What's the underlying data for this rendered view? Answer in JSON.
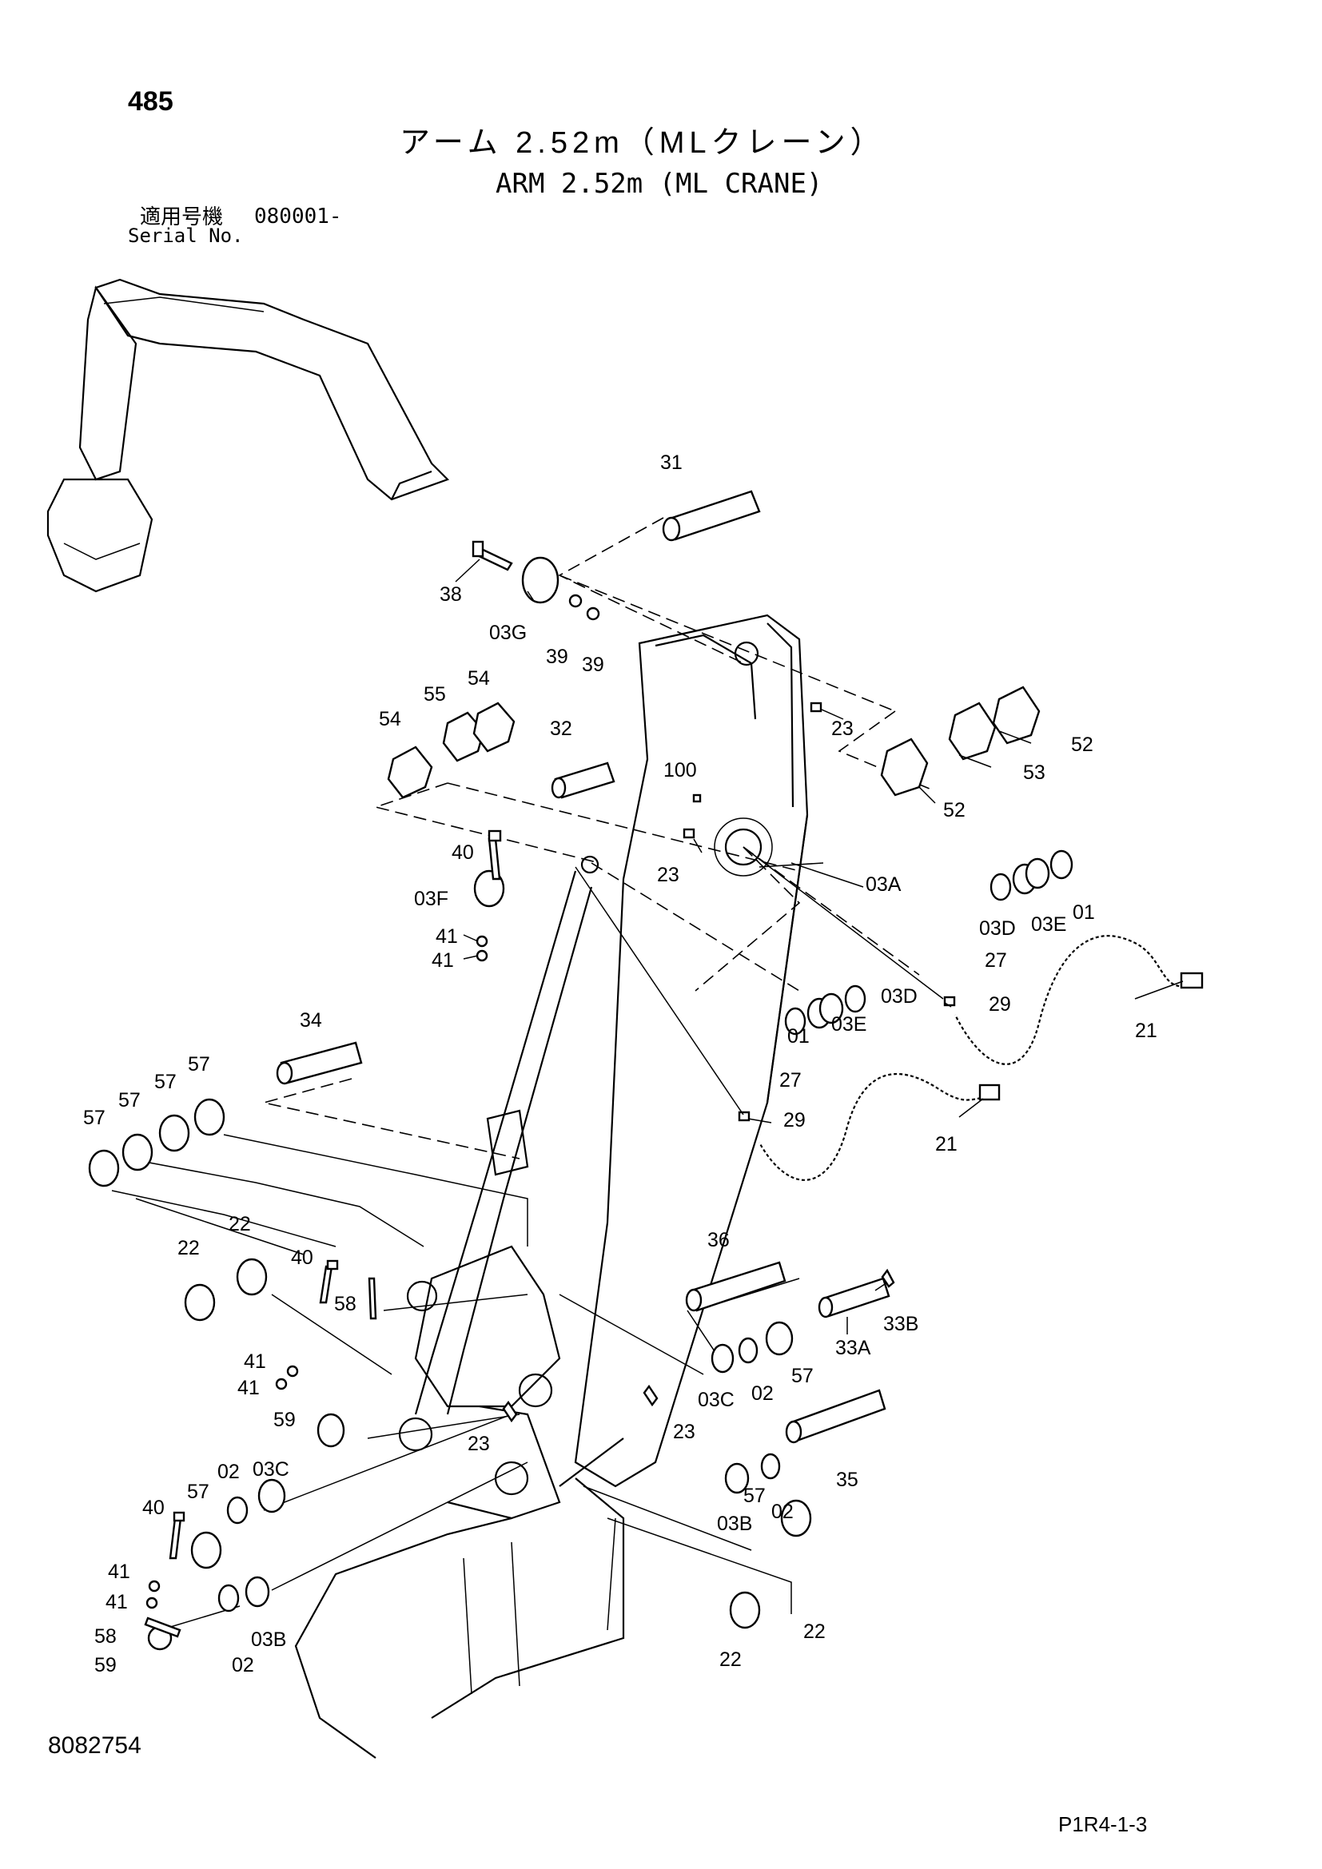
{
  "header": {
    "page_number": "485",
    "title_jp": "アーム 2.52m（MLクレーン）",
    "title_en": "ARM 2.52m (ML CRANE)",
    "serial_label_jp": "適用号機",
    "serial_value": "080001-",
    "serial_label_en": "Serial No."
  },
  "footer": {
    "doc_number": "8082754",
    "page_code": "P1R4-1-3"
  },
  "callouts": [
    {
      "id": "31",
      "label": "31"
    },
    {
      "id": "38",
      "label": "38"
    },
    {
      "id": "03G",
      "label": "03G"
    },
    {
      "id": "39a",
      "label": "39"
    },
    {
      "id": "39b",
      "label": "39"
    },
    {
      "id": "54a",
      "label": "54"
    },
    {
      "id": "55",
      "label": "55"
    },
    {
      "id": "54b",
      "label": "54"
    },
    {
      "id": "32",
      "label": "32"
    },
    {
      "id": "100",
      "label": "100"
    },
    {
      "id": "23a",
      "label": "23"
    },
    {
      "id": "52a",
      "label": "52"
    },
    {
      "id": "53",
      "label": "53"
    },
    {
      "id": "52b",
      "label": "52"
    },
    {
      "id": "40a",
      "label": "40"
    },
    {
      "id": "03F",
      "label": "03F"
    },
    {
      "id": "23b",
      "label": "23"
    },
    {
      "id": "03A",
      "label": "03A"
    },
    {
      "id": "41a",
      "label": "41"
    },
    {
      "id": "41b",
      "label": "41"
    },
    {
      "id": "03Da",
      "label": "03D"
    },
    {
      "id": "03Ea",
      "label": "03E"
    },
    {
      "id": "01a",
      "label": "01"
    },
    {
      "id": "27a",
      "label": "27"
    },
    {
      "id": "29a",
      "label": "29"
    },
    {
      "id": "03Db",
      "label": "03D"
    },
    {
      "id": "03Eb",
      "label": "03E"
    },
    {
      "id": "01b",
      "label": "01"
    },
    {
      "id": "21a",
      "label": "21"
    },
    {
      "id": "34",
      "label": "34"
    },
    {
      "id": "57a",
      "label": "57"
    },
    {
      "id": "57b",
      "label": "57"
    },
    {
      "id": "57c",
      "label": "57"
    },
    {
      "id": "57d",
      "label": "57"
    },
    {
      "id": "27b",
      "label": "27"
    },
    {
      "id": "29b",
      "label": "29"
    },
    {
      "id": "21b",
      "label": "21"
    },
    {
      "id": "22a",
      "label": "22"
    },
    {
      "id": "22b",
      "label": "22"
    },
    {
      "id": "40b",
      "label": "40"
    },
    {
      "id": "58a",
      "label": "58"
    },
    {
      "id": "36",
      "label": "36"
    },
    {
      "id": "33B",
      "label": "33B"
    },
    {
      "id": "33A",
      "label": "33A"
    },
    {
      "id": "41c",
      "label": "41"
    },
    {
      "id": "41d",
      "label": "41"
    },
    {
      "id": "03Ca",
      "label": "03C"
    },
    {
      "id": "02a",
      "label": "02"
    },
    {
      "id": "57e",
      "label": "57"
    },
    {
      "id": "59a",
      "label": "59"
    },
    {
      "id": "23c",
      "label": "23"
    },
    {
      "id": "23d",
      "label": "23"
    },
    {
      "id": "35",
      "label": "35"
    },
    {
      "id": "57f",
      "label": "57"
    },
    {
      "id": "02b",
      "label": "02"
    },
    {
      "id": "03Cb",
      "label": "03C"
    },
    {
      "id": "40c",
      "label": "40"
    },
    {
      "id": "57g",
      "label": "57"
    },
    {
      "id": "03Ba",
      "label": "03B"
    },
    {
      "id": "02c",
      "label": "02"
    },
    {
      "id": "41e",
      "label": "41"
    },
    {
      "id": "41f",
      "label": "41"
    },
    {
      "id": "58b",
      "label": "58"
    },
    {
      "id": "59b",
      "label": "59"
    },
    {
      "id": "02d",
      "label": "02"
    },
    {
      "id": "03Bb",
      "label": "03B"
    },
    {
      "id": "22c",
      "label": "22"
    },
    {
      "id": "22d",
      "label": "22"
    }
  ]
}
